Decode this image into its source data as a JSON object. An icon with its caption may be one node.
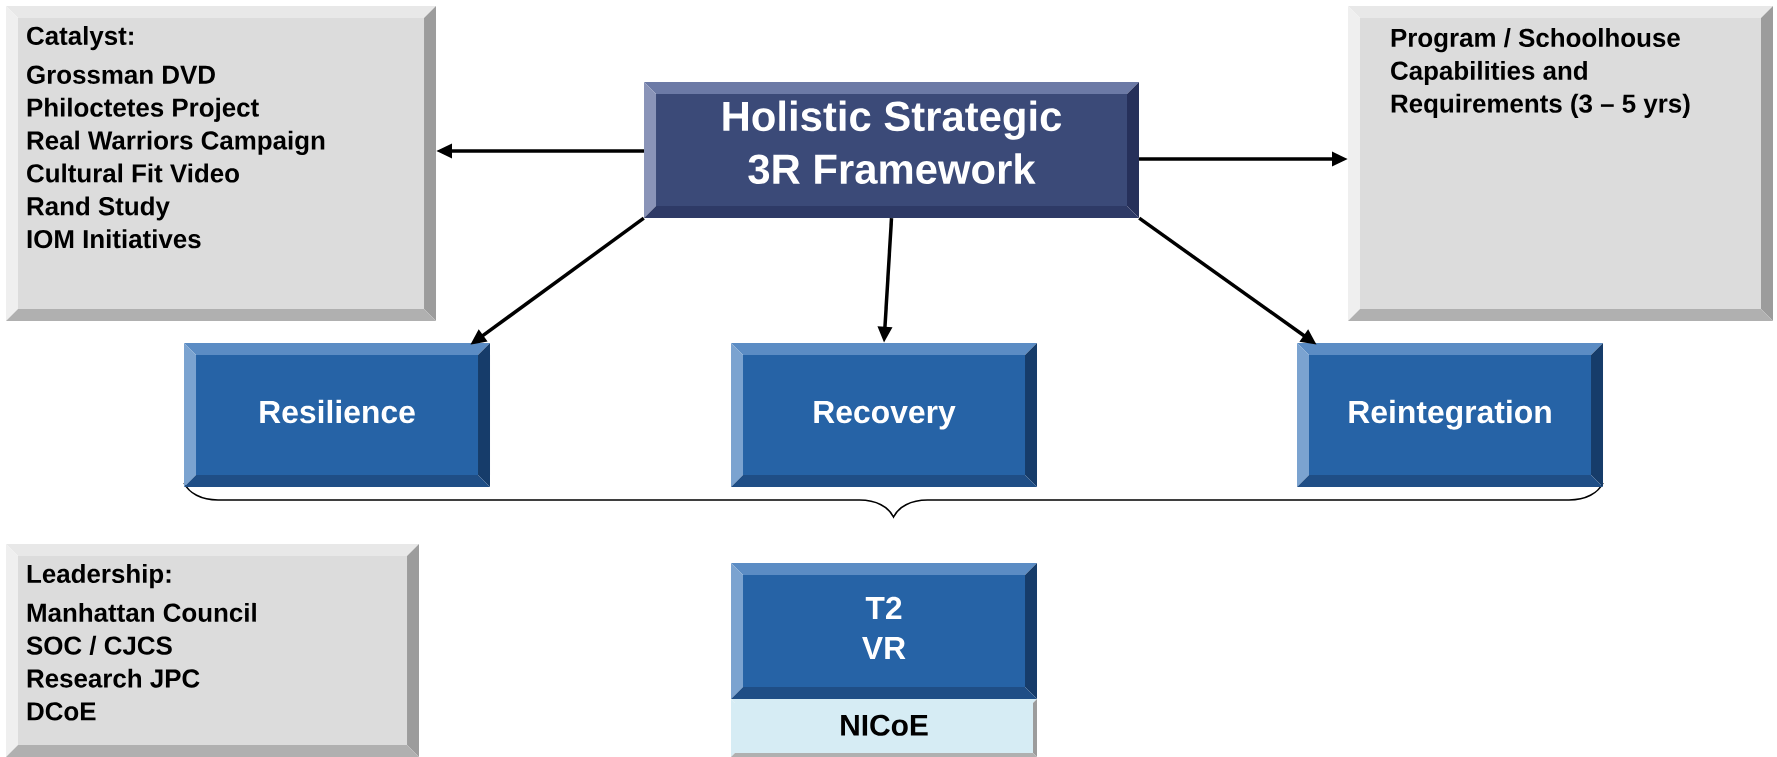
{
  "diagram": {
    "nodes": [
      {
        "text": [
          "Catalyst:",
          "Grossman DVD",
          "Philoctetes Project",
          "Real Warriors Campaign",
          "Cultural Fit Video",
          "Rand Study",
          "IOM Initiatives"
        ]
      },
      {
        "text": [
          "Holistic Strategic 3R Framework"
        ]
      },
      {
        "text": [
          "Program / Schoolhouse Capabilities and Requirements (3 – 5 yrs)"
        ]
      },
      {
        "text": [
          "Resilience"
        ]
      },
      {
        "text": [
          "Recovery"
        ]
      },
      {
        "text": [
          "Reintegration"
        ]
      },
      {
        "text": [
          "Leadership:",
          "Manhattan Council",
          "SOC / CJCS",
          "Research JPC",
          "DCoE"
        ]
      },
      {
        "text": [
          "T2",
          "VR"
        ]
      },
      {
        "text": [
          "NICoE"
        ]
      }
    ],
    "edges": [
      {
        "from": 1,
        "to": 0,
        "arrow": "to"
      },
      {
        "from": 1,
        "to": 2,
        "arrow": "to"
      },
      {
        "from": 1,
        "to": 3,
        "arrow": "to"
      },
      {
        "from": 1,
        "to": 4,
        "arrow": "to"
      },
      {
        "from": 1,
        "to": 5,
        "arrow": "to"
      }
    ]
  }
}
